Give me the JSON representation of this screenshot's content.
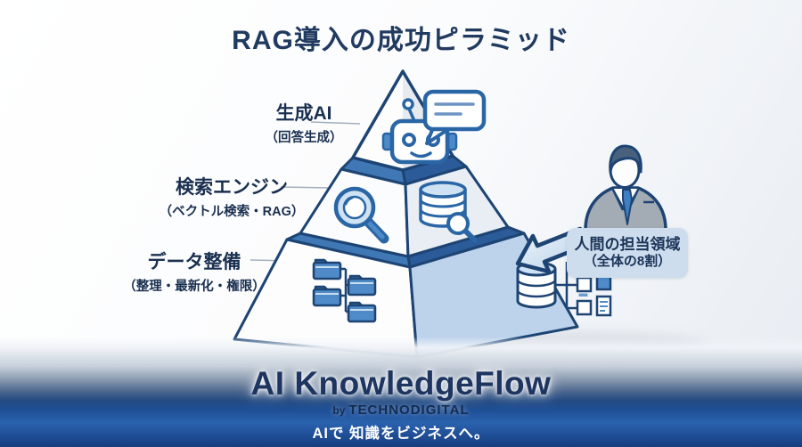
{
  "title": "RAG導入の成功ピラミッド",
  "tiers": [
    {
      "label": "生成AI",
      "sublabel": "（回答生成）",
      "icons": [
        "robot-icon",
        "chat-bubble-icon"
      ]
    },
    {
      "label": "検索エンジン",
      "sublabel": "（ベクトル検索・RAG）",
      "icons": [
        "magnifier-icon",
        "database-search-icon"
      ]
    },
    {
      "label": "データ整備",
      "sublabel": "（整理・最新化・権限）",
      "icons": [
        "folder-tree-icon",
        "database-tree-icon"
      ]
    }
  ],
  "callout": {
    "line1": "人間の担当領域",
    "line2": "（全体の8割）"
  },
  "footer": {
    "brand": "AI KnowledgeFlow",
    "by_label": "by",
    "company": "TECHNODIGITAL",
    "tagline": "AIで 知識をビジネスへ。"
  },
  "icons": [
    "robot-icon",
    "chat-bubble-icon",
    "magnifier-icon",
    "database-search-icon",
    "folder-tree-icon",
    "database-tree-icon",
    "person-icon",
    "block-arrow-icon"
  ],
  "colors": {
    "outline_navy": "#1d4473",
    "icon_stroke": "#2a66a5",
    "tier_top_left": "#4078b5",
    "tier_top_right": "#2b5b99",
    "face_light_blue": "#bcd3eb",
    "callout_bg": "#cdddee",
    "banner_blue": "#2a62ae",
    "text_navy": "#1a3050"
  }
}
